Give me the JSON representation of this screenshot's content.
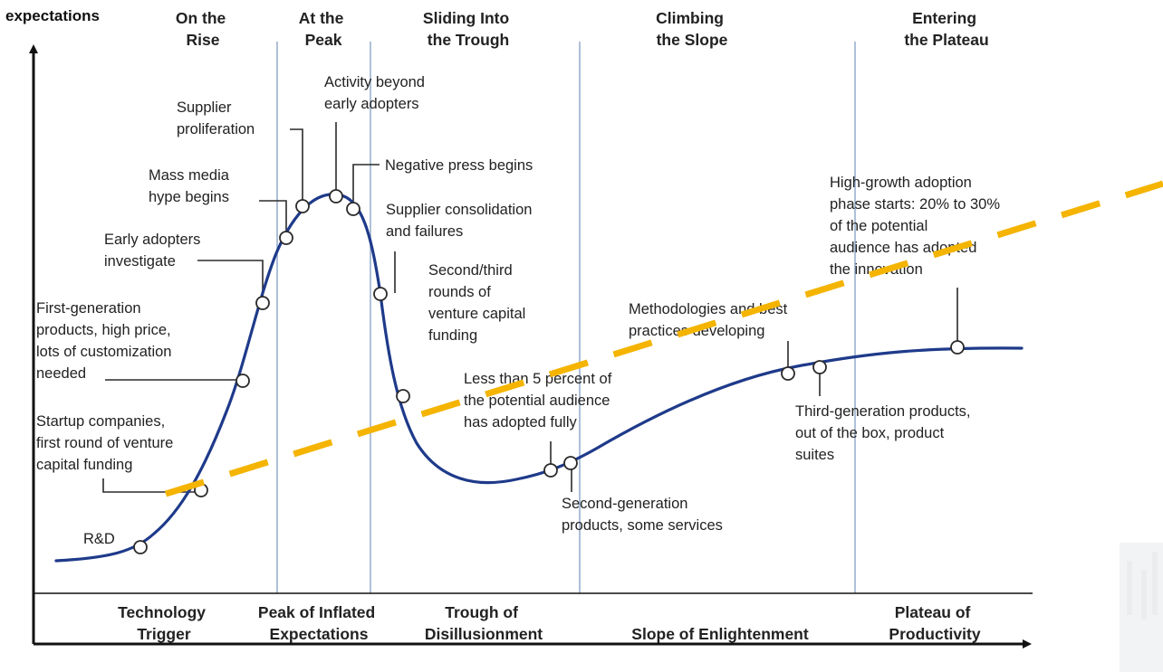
{
  "y_axis_label": "expectations",
  "headers": [
    [
      "On the",
      "Rise"
    ],
    [
      "At the",
      "Peak"
    ],
    [
      "Sliding Into",
      "the Trough"
    ],
    [
      "Climbing",
      "the Slope"
    ],
    [
      "Entering",
      "the Plateau"
    ]
  ],
  "phases": [
    [
      "Technology",
      "Trigger"
    ],
    [
      "Peak of Inflated",
      "Expectations"
    ],
    [
      "Trough of",
      "Disillusionment"
    ],
    [
      "Slope of Enlightenment"
    ],
    [
      "Plateau of",
      "Productivity"
    ]
  ],
  "annotations": [
    [
      "R&D"
    ],
    [
      "Startup companies,",
      "first round of venture",
      "capital funding"
    ],
    [
      "First-generation",
      "products, high price,",
      "lots of customization",
      "needed"
    ],
    [
      "Early adopters",
      "investigate"
    ],
    [
      "Mass media",
      "hype begins"
    ],
    [
      "Supplier",
      "proliferation"
    ],
    [
      "Activity beyond",
      "early adopters"
    ],
    [
      "Negative press begins"
    ],
    [
      "Supplier consolidation",
      "and failures"
    ],
    [
      "Second/third",
      "rounds of",
      "venture capital",
      "funding"
    ],
    [
      "Less than 5 percent of",
      "the potential audience",
      "has adopted fully"
    ],
    [
      "Second-generation",
      "products, some services"
    ],
    [
      "Methodologies and best",
      "practices developing"
    ],
    [
      "Third-generation products,",
      "out of the box, product",
      "suites"
    ],
    [
      "High-growth adoption",
      "phase starts: 20% to 30%",
      "of the potential",
      "audience has adopted",
      "the innovation"
    ]
  ],
  "colors": {
    "curve": "#1e3a8a",
    "dashed_line": "#f4b400",
    "divider": "#9ab0cf",
    "text": "#222222"
  }
}
